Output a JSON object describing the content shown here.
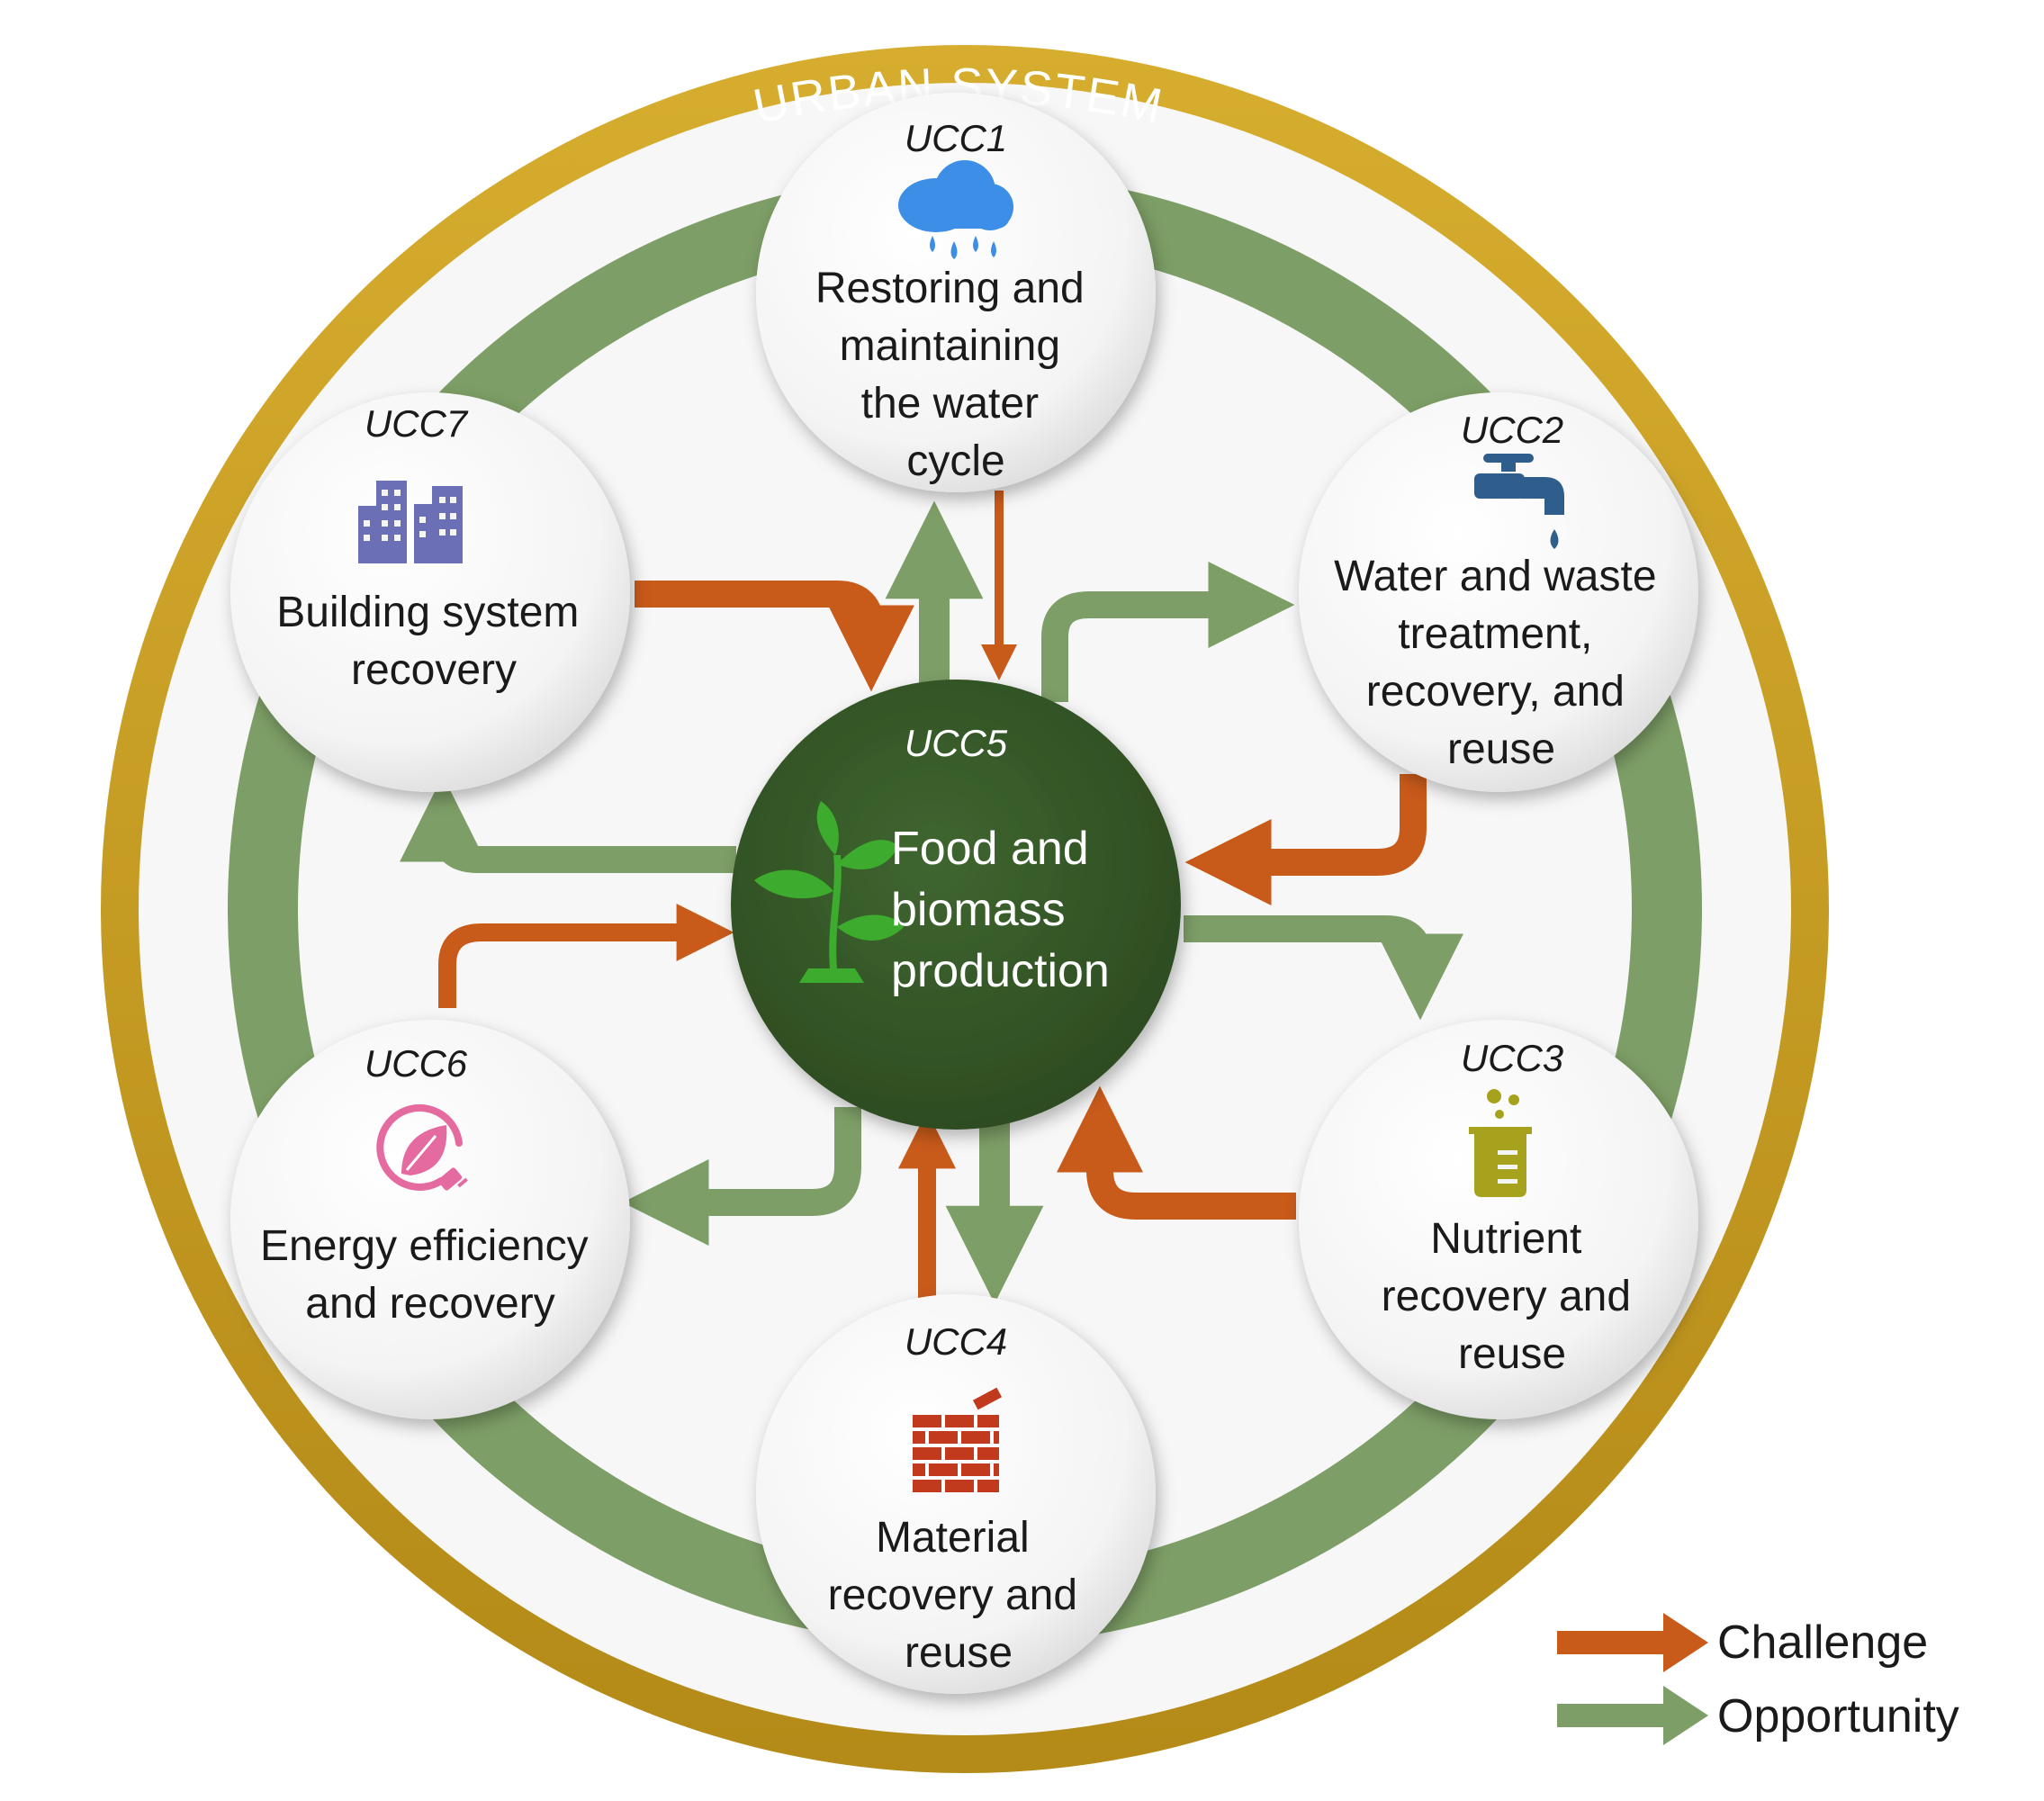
{
  "title": "URBAN SYSTEM",
  "center": {
    "code": "UCC5",
    "lines": [
      "Food and",
      "biomass",
      "production"
    ]
  },
  "nodes": [
    {
      "code": "UCC1",
      "icon": "rain-cloud-icon",
      "lines": [
        "Restoring and",
        "maintaining",
        "the water",
        "cycle"
      ]
    },
    {
      "code": "UCC2",
      "icon": "water-tap-icon",
      "lines": [
        "Water and waste",
        "treatment,",
        "recovery, and",
        "reuse"
      ]
    },
    {
      "code": "UCC3",
      "icon": "beaker-icon",
      "lines": [
        "Nutrient",
        "recovery and",
        "reuse"
      ]
    },
    {
      "code": "UCC4",
      "icon": "brick-wall-icon",
      "lines": [
        "Material",
        "recovery and",
        "reuse"
      ]
    },
    {
      "code": "UCC6",
      "icon": "energy-leaf-plug-icon",
      "lines": [
        "Energy efficiency",
        "and recovery"
      ]
    },
    {
      "code": "UCC7",
      "icon": "buildings-icon",
      "lines": [
        "Building system",
        "recovery"
      ]
    }
  ],
  "legend": {
    "challenge": "Challenge",
    "opportunity": "Opportunity"
  },
  "colors": {
    "gold_ring": "#c9a227",
    "green_ring": "#7d9e66",
    "challenge": "#c85a1a",
    "opportunity": "#7d9e66",
    "center_fill": "#3b5e2b",
    "rain_icon": "#3d8ee6",
    "tap_icon": "#2f5d8c",
    "beaker_icon": "#a6a21d",
    "brick_icon": "#c23a1e",
    "energy_icon": "#e46aa0",
    "buildings_icon": "#6b6fb5",
    "plant_icon": "#3dab2e"
  }
}
